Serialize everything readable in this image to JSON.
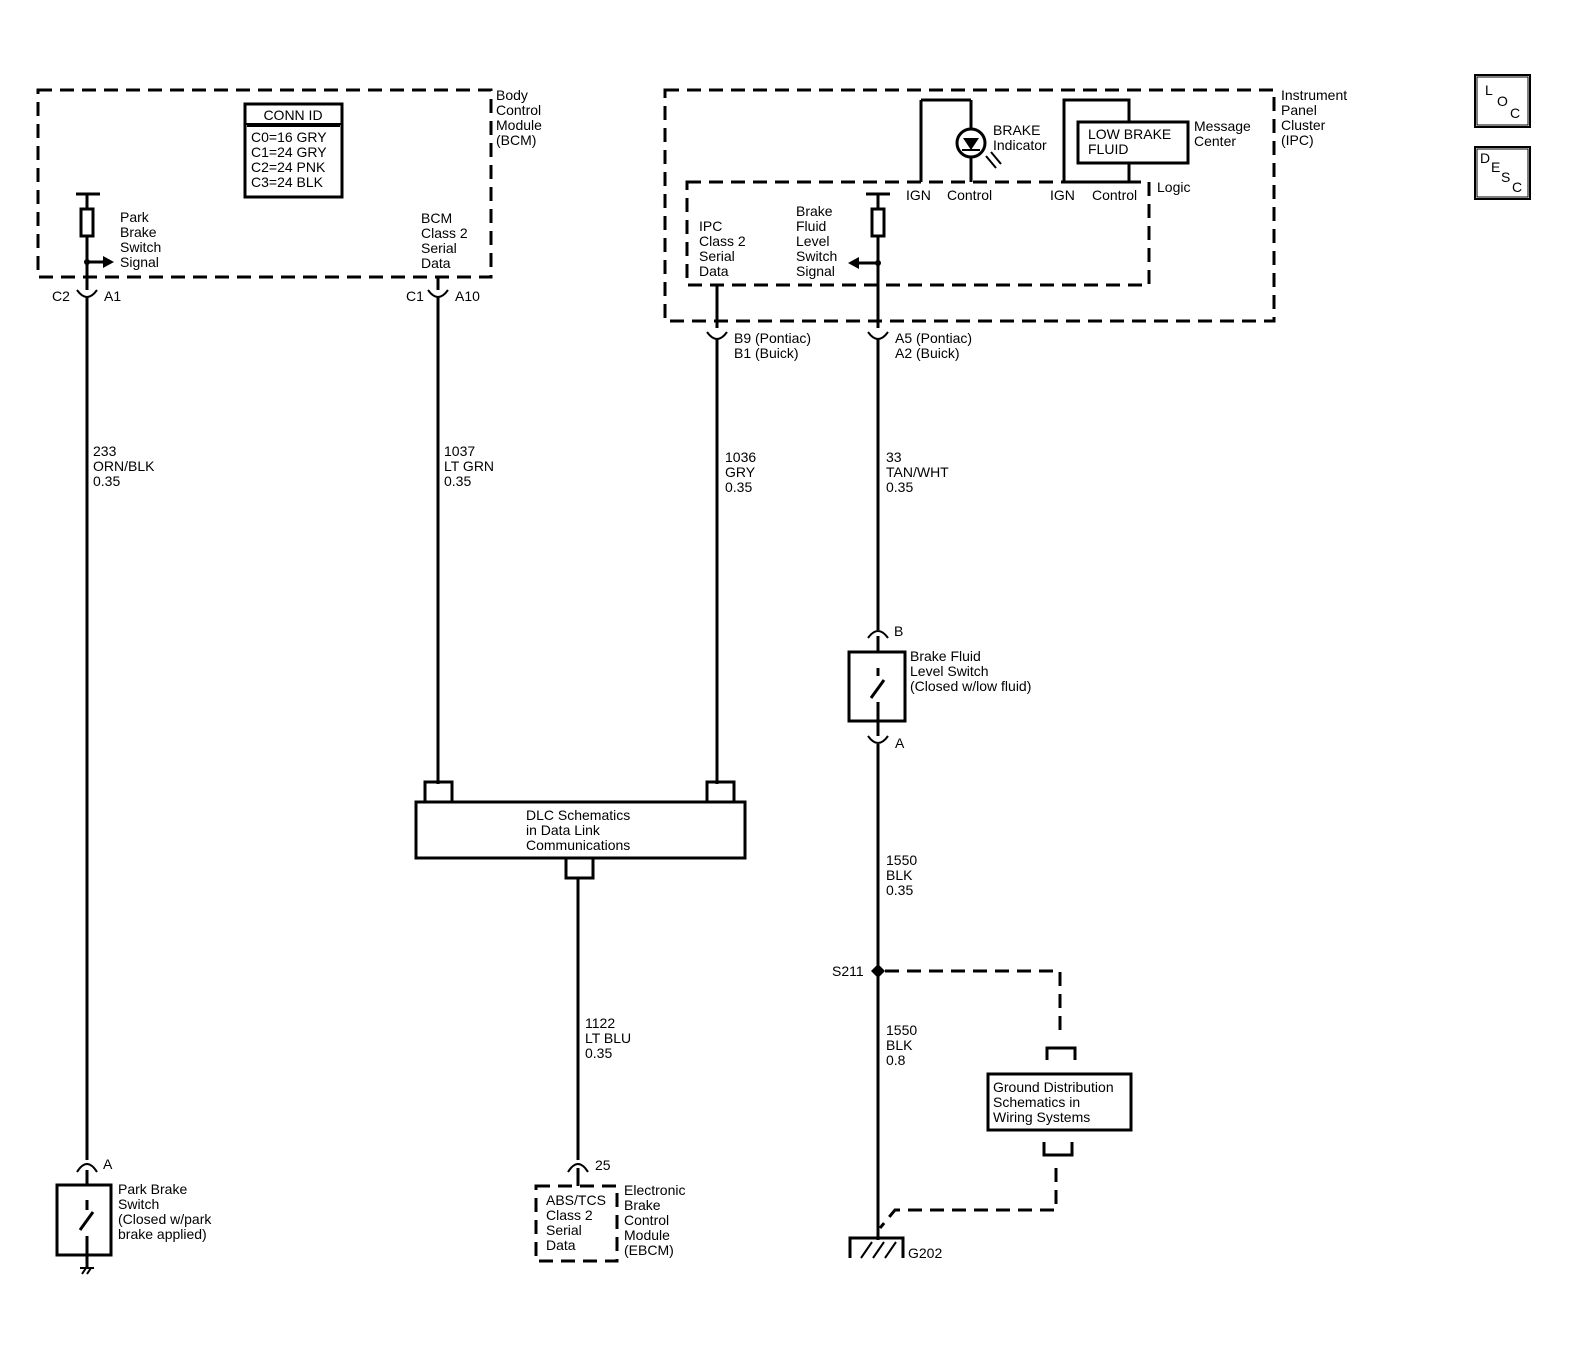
{
  "bcm": {
    "name": [
      "Body",
      "Control",
      "Module",
      "(BCM)"
    ],
    "conn_id": {
      "header": "CONN ID",
      "rows": [
        "C0=16 GRY",
        "C1=24 GRY",
        "C2=24 PNK",
        "C3=24 BLK"
      ]
    },
    "park_signal": [
      "Park",
      "Brake",
      "Switch",
      "Signal"
    ],
    "class2": [
      "BCM",
      "Class 2",
      "Serial",
      "Data"
    ],
    "pin_c2": "C2",
    "pin_a1": "A1",
    "pin_c1": "C1",
    "pin_a10": "A10"
  },
  "ipc": {
    "name": [
      "Instrument",
      "Panel",
      "Cluster",
      "(IPC)"
    ],
    "brake_indicator": [
      "BRAKE",
      "Indicator"
    ],
    "low_brake": [
      "LOW BRAKE",
      "FLUID"
    ],
    "message_center": [
      "Message",
      "Center"
    ],
    "ign_1": "IGN",
    "control_1": "Control",
    "ign_2": "IGN",
    "control_2": "Control",
    "logic": "Logic",
    "class2": [
      "IPC",
      "Class 2",
      "Serial",
      "Data"
    ],
    "fluid_signal": [
      "Brake",
      "Fluid",
      "Level",
      "Switch",
      "Signal"
    ],
    "pin_b": [
      "B9 (Pontiac)",
      "B1 (Buick)"
    ],
    "pin_a": [
      "A5 (Pontiac)",
      "A2 (Buick)"
    ]
  },
  "wires": {
    "w233": [
      "233",
      "ORN/BLK",
      "0.35"
    ],
    "w1037": [
      "1037",
      "LT GRN",
      "0.35"
    ],
    "w1036": [
      "1036",
      "GRY",
      "0.35"
    ],
    "w33": [
      "33",
      "TAN/WHT",
      "0.35"
    ],
    "w1550a": [
      "1550",
      "BLK",
      "0.35"
    ],
    "w1550b": [
      "1550",
      "BLK",
      "0.8"
    ],
    "w1122": [
      "1122",
      "LT BLU",
      "0.35"
    ]
  },
  "dlc": [
    "DLC Schematics",
    "in Data Link",
    "Communications"
  ],
  "fluid_switch": {
    "label": [
      "Brake Fluid",
      "Level Switch",
      "(Closed w/low fluid)"
    ],
    "pin_b": "B",
    "pin_a": "A"
  },
  "park_switch": {
    "label": [
      "Park Brake",
      "Switch",
      "(Closed w/park",
      "brake applied)"
    ],
    "pin_a": "A"
  },
  "ebcm": {
    "inner": [
      "ABS/TCS",
      "Class 2",
      "Serial",
      "Data"
    ],
    "name": [
      "Electronic",
      "Brake",
      "Control",
      "Module",
      "(EBCM)"
    ],
    "pin": "25"
  },
  "ground": {
    "splice": "S211",
    "box": [
      "Ground Distribution",
      "Schematics in",
      "Wiring Systems"
    ],
    "g": "G202"
  },
  "corner": {
    "loc": [
      "L",
      "O",
      "C"
    ],
    "desc": [
      "D",
      "E",
      "S",
      "C"
    ]
  }
}
